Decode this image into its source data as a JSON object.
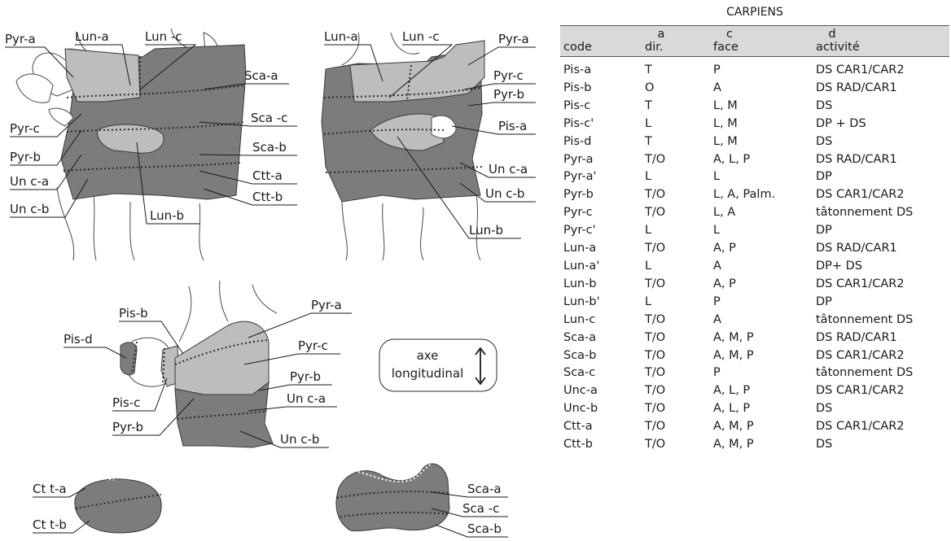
{
  "labels": {
    "top_left": [
      "Pyr-a",
      "Lun-a",
      "Lun -c",
      "Sca-a",
      "Sca -c",
      "Sca-b",
      "Ctt-a",
      "Ctt-b",
      "Pyr-c",
      "Pyr-b",
      "Un c-a",
      "Un c-b",
      "Lun-b"
    ],
    "top_right": [
      "Lun-a",
      "Lun -c",
      "Pyr-a",
      "Pyr-c",
      "Pyr-b",
      "Pis-a",
      "Un c-a",
      "Un c-b",
      "Lun-b"
    ],
    "middle": [
      "Pis-b",
      "Pyr-a",
      "Pis-d",
      "Pyr-c",
      "Pyr-b",
      "Un c-a",
      "Pis-c",
      "Pyr-b",
      "Un c-b"
    ],
    "bottom_left": [
      "Ct t-a",
      "Ct t-b"
    ],
    "bottom_right": [
      "Sca-a",
      "Sca -c",
      "Sca-b"
    ]
  },
  "legend": {
    "line1": "axe",
    "line2": "longitudinal",
    "icon": "double-arrow-vertical-icon"
  },
  "table": {
    "title": "CARPIENS",
    "headers": [
      {
        "letter": "",
        "name": "code"
      },
      {
        "letter": "a",
        "name": "dir."
      },
      {
        "letter": "c",
        "name": "face"
      },
      {
        "letter": "d",
        "name": "activité"
      }
    ],
    "rows": [
      [
        "Pis-a",
        "T",
        "P",
        "DS CAR1/CAR2"
      ],
      [
        "Pis-b",
        "O",
        "A",
        "DS RAD/CAR1"
      ],
      [
        "Pis-c",
        "T",
        "L, M",
        "DS"
      ],
      [
        "Pis-c'",
        "L",
        "L, M",
        "DP + DS"
      ],
      [
        "Pis-d",
        "T",
        "L, M",
        "DS"
      ],
      [
        "Pyr-a",
        "T/O",
        "A, L, P",
        "DS RAD/CAR1"
      ],
      [
        "Pyr-a'",
        "L",
        "L",
        "DP"
      ],
      [
        "Pyr-b",
        "T/O",
        "L, A, Palm.",
        "DS CAR1/CAR2"
      ],
      [
        "Pyr-c",
        "T/O",
        "L, A",
        "tâtonnement DS"
      ],
      [
        "Pyr-c'",
        "L",
        "L",
        "DP"
      ],
      [
        "Lun-a",
        "T/O",
        "A, P",
        "DS RAD/CAR1"
      ],
      [
        "Lun-a'",
        "L",
        "A",
        "DP+ DS"
      ],
      [
        "Lun-b",
        "T/O",
        "A, P",
        "DS CAR1/CAR2"
      ],
      [
        "Lun-b'",
        "L",
        "P",
        "DP"
      ],
      [
        "Lun-c",
        "T/O",
        "A",
        "tâtonnement DS"
      ],
      [
        "Sca-a",
        "T/O",
        "A, M, P",
        "DS RAD/CAR1"
      ],
      [
        "Sca-b",
        "T/O",
        "A, M, P",
        "DS CAR1/CAR2"
      ],
      [
        "Sca-c",
        "T/O",
        "P",
        "tâtonnement DS"
      ],
      [
        "Unc-a",
        "T/O",
        "A, L, P",
        "DS CAR1/CAR2"
      ],
      [
        "Unc-b",
        "T/O",
        "A, L, P",
        "DS"
      ],
      [
        "Ctt-a",
        "T/O",
        "A, M, P",
        "DS CAR1/CAR2"
      ],
      [
        "Ctt-b",
        "T/O",
        "A, M, P",
        "DS"
      ]
    ]
  },
  "colors": {
    "dark_region": "#7c7c7c",
    "light_region": "#bdbdbd",
    "header_bg": "#d9d9d9"
  }
}
